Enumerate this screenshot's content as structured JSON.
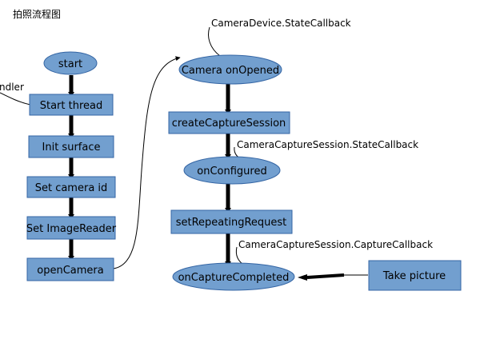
{
  "title": "拍照流程图",
  "colors": {
    "node_fill": "#729fcf",
    "node_stroke": "#3465a4",
    "edge": "#000000",
    "label_bg": "#ffffff"
  },
  "nodes": {
    "start": "start",
    "start_thread": "Start thread",
    "init_surface": "Init surface",
    "set_camera_id": "Set camera id",
    "set_image_reader": "Set ImageReader",
    "open_camera": "openCamera",
    "camera_on_opened": "Camera onOpened",
    "create_capture_session": "createCaptureSession",
    "on_configured": "onConfigured",
    "set_repeating_request": "setRepeatingRequest",
    "on_capture_completed": "onCaptureCompleted",
    "take_picture": "Take picture"
  },
  "callouts": {
    "handler": "ndler",
    "state_callback": "CameraDevice.StateCallback",
    "session_state_callback": "CameraCaptureSession.StateCallback",
    "capture_callback": "CameraCaptureSession.CaptureCallback"
  }
}
